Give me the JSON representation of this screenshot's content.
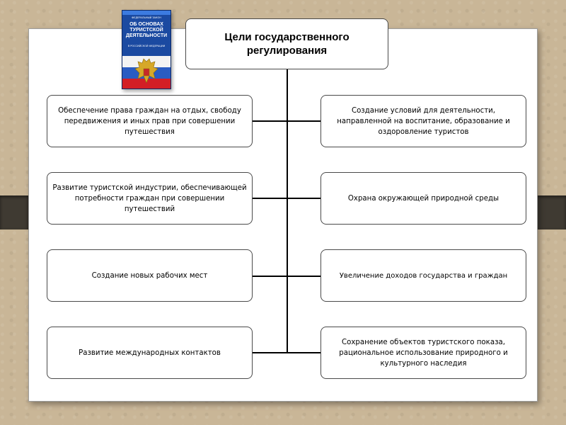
{
  "title": "Цели государственного регулирования",
  "book": {
    "header": "ФЕДЕРАЛЬНЫЙ ЗАКОН",
    "title": "ОБ ОСНОВАХ ТУРИСТСКОЙ ДЕЯТЕЛЬНОСТИ",
    "subtitle": "В РОССИЙСКОЙ ФЕДЕРАЦИИ"
  },
  "left_goals": [
    "Обеспечение права граждан на отдых, свободу передвижения и иных прав при совершении путешествия",
    "Развитие туристской индустрии, обеспечивающей потребности граждан при совершении путешествий",
    "Создание новых рабочих мест",
    "Развитие международных контактов"
  ],
  "right_goals": [
    "Создание условий для деятельности, направленной на воспитание, образование и оздоровление туристов",
    "Охрана окружающей природной среды",
    "Увеличение доходов государства и граждан",
    "Сохранение объектов туристского показа, рациональное использование природного и культурного наследия"
  ],
  "colors": {
    "background": "#c9b697",
    "card": "#ffffff",
    "dark_band": "#3f3a32",
    "box_border": "#4a4a4a",
    "connector": "#000000"
  }
}
